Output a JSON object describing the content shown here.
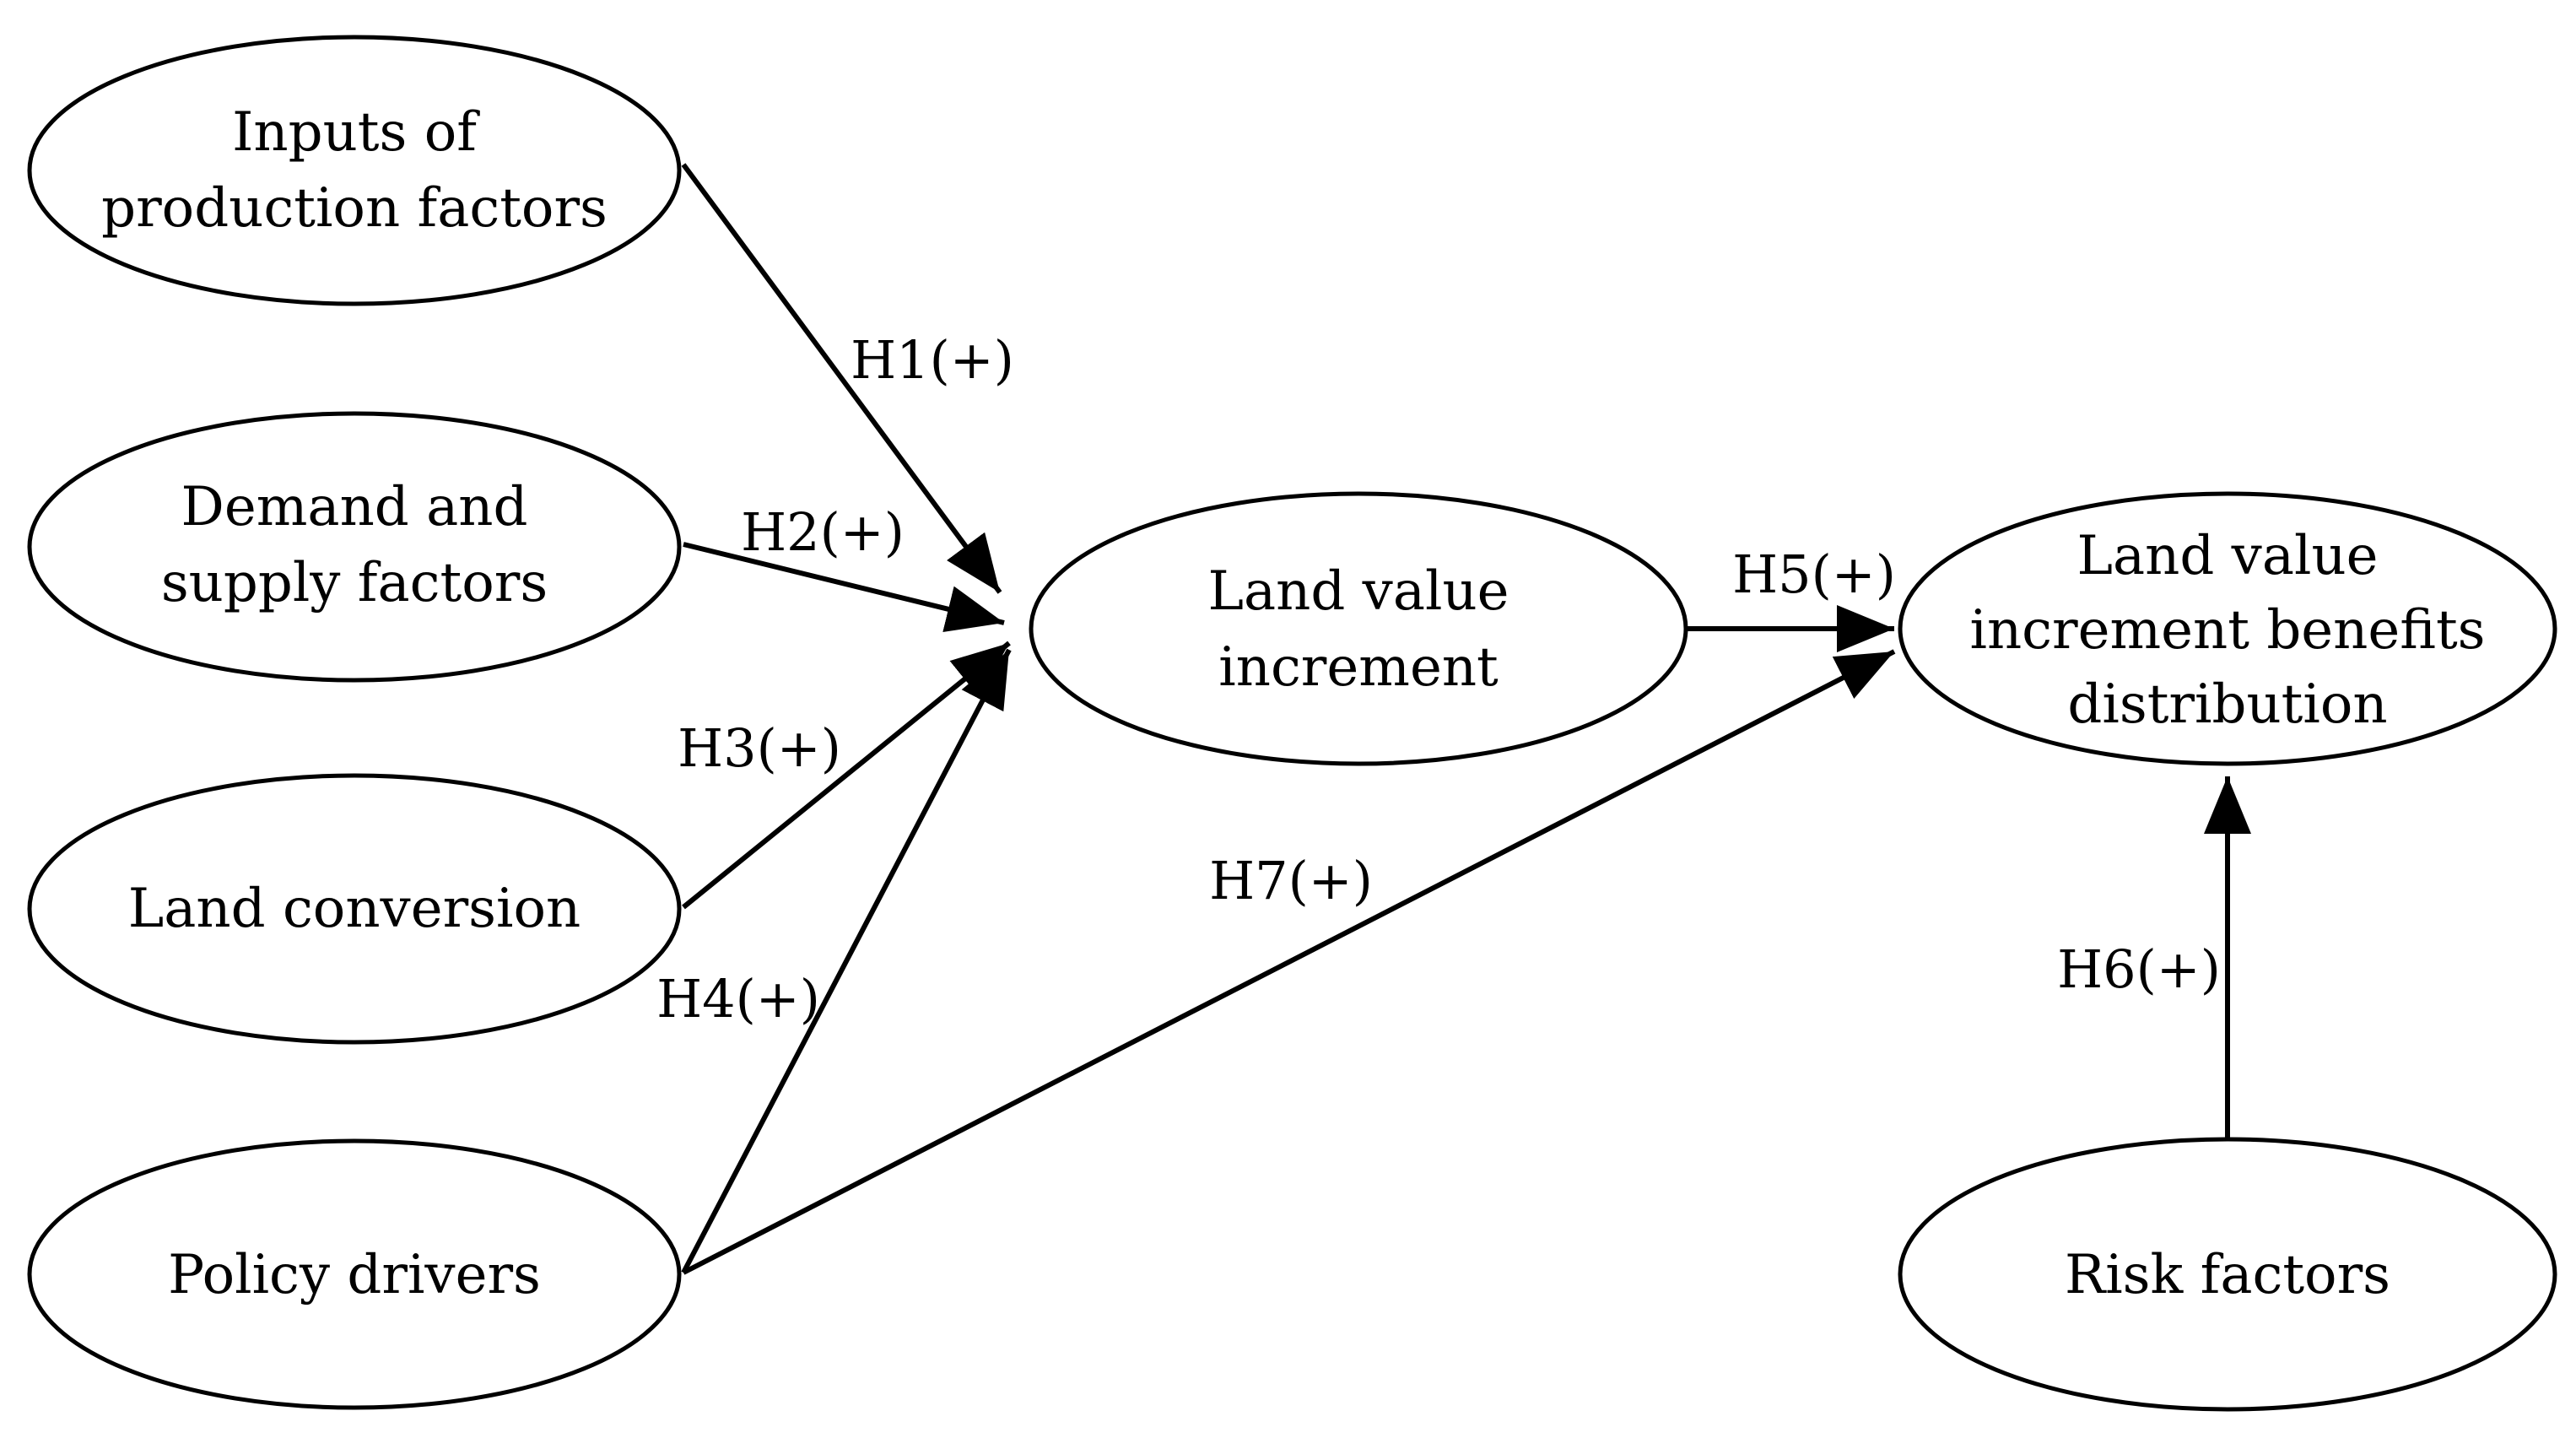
{
  "nodes": {
    "inputs": {
      "lines": [
        "Inputs of",
        "production factors"
      ]
    },
    "demand": {
      "lines": [
        "Demand and",
        "supply factors"
      ]
    },
    "conversion": {
      "lines": [
        "Land conversion"
      ]
    },
    "policy": {
      "lines": [
        "Policy drivers"
      ]
    },
    "increment": {
      "lines": [
        "Land value",
        "increment"
      ]
    },
    "distribution": {
      "lines": [
        "Land value",
        "increment benefits",
        "distribution"
      ]
    },
    "risk": {
      "lines": [
        "Risk factors"
      ]
    }
  },
  "edges": {
    "h1": {
      "from": "Inputs of production factors",
      "to": "Land value increment",
      "label": "H1(+)"
    },
    "h2": {
      "from": "Demand and supply factors",
      "to": "Land value increment",
      "label": "H2(+)"
    },
    "h3": {
      "from": "Land conversion",
      "to": "Land value increment",
      "label": "H3(+)"
    },
    "h4": {
      "from": "Policy drivers",
      "to": "Land value increment",
      "label": "H4(+)"
    },
    "h5": {
      "from": "Land value increment",
      "to": "Land value increment benefits distribution",
      "label": "H5(+)"
    },
    "h6": {
      "from": "Risk factors",
      "to": "Land value increment benefits distribution",
      "label": "H6(+)"
    },
    "h7": {
      "from": "Policy drivers",
      "to": "Land value increment benefits distribution",
      "label": "H7(+)"
    }
  }
}
